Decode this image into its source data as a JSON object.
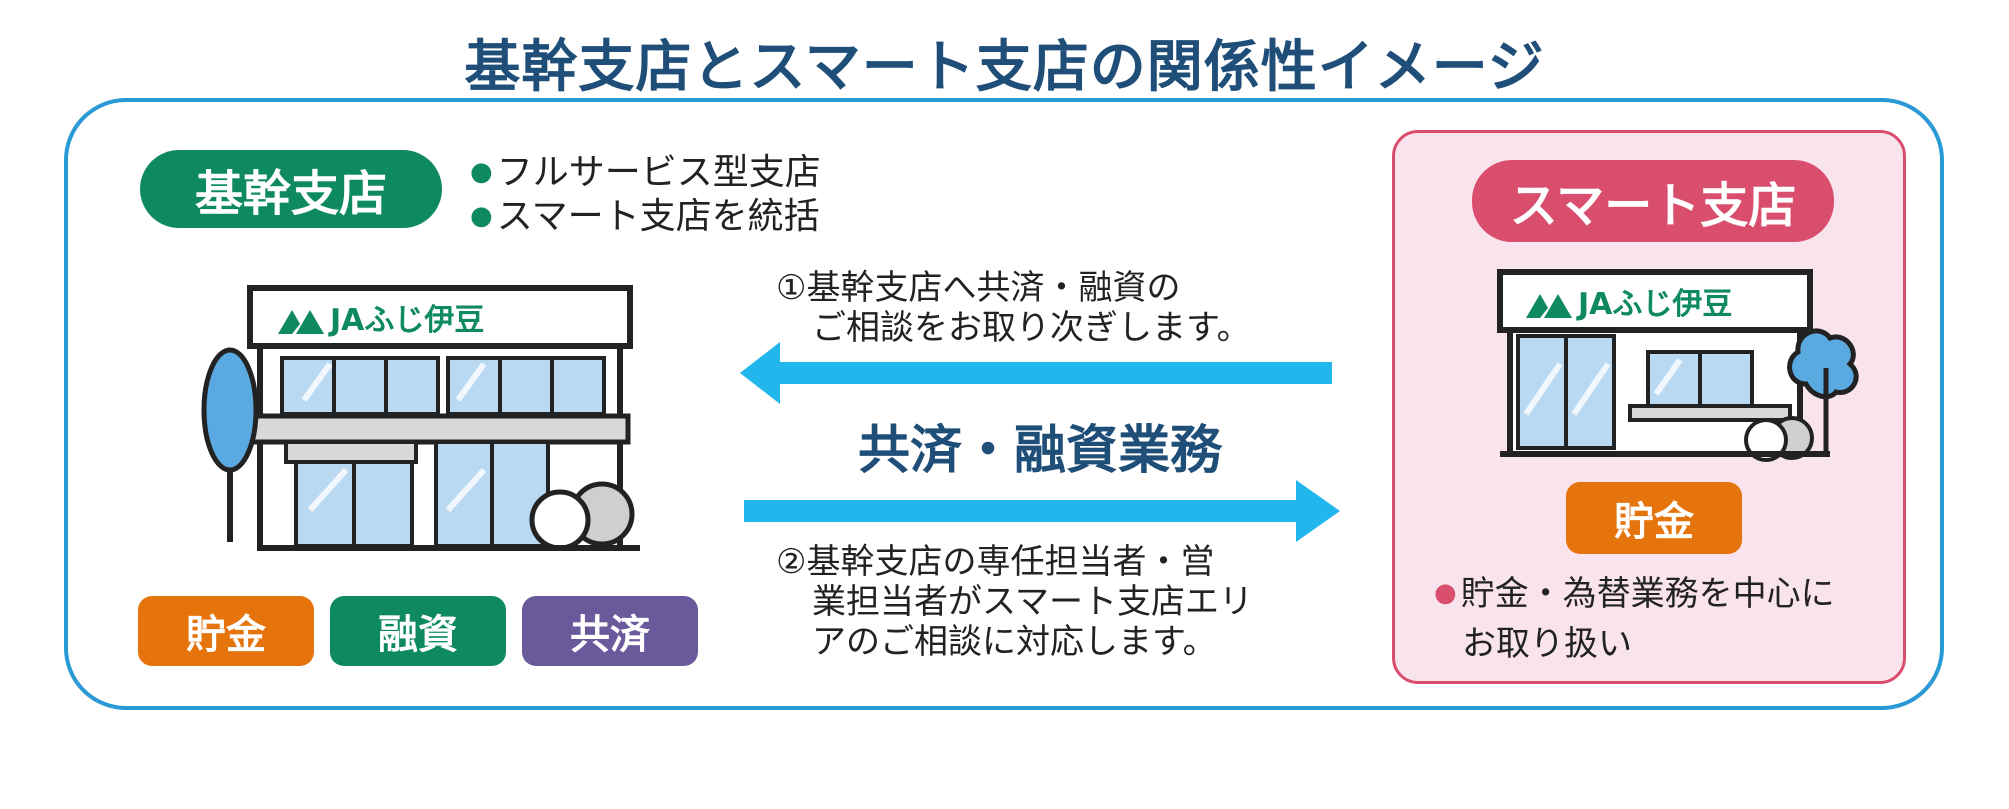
{
  "title": "基幹支店とスマート支店の関係性イメージ",
  "main_branch": {
    "label": "基幹支店",
    "features": [
      "フルサービス型支店",
      "スマート支店を統括"
    ],
    "sign": "JAふじ伊豆",
    "services": [
      "貯金",
      "融資",
      "共済"
    ]
  },
  "flow": {
    "note1_line1": "①基幹支店へ共済・融資の",
    "note1_line2": "ご相談をお取り次ぎします。",
    "center_label": "共済・融資業務",
    "note2_line1": "②基幹支店の専任担当者・営",
    "note2_line2": "業担当者がスマート支店エリ",
    "note2_line3": "アのご相談に対応します。"
  },
  "smart_branch": {
    "label": "スマート支店",
    "sign": "JAふじ伊豆",
    "service": "貯金",
    "desc_line1": "貯金・為替業務を中心に",
    "desc_line2": "お取り扱い"
  },
  "colors": {
    "title": "#1f4e79",
    "frame": "#2a9ad6",
    "green": "#0f8a5f",
    "orange": "#e5740c",
    "purple": "#6a5a9c",
    "pink": "#d94d6d",
    "pink_bg": "#f9e4ee",
    "arrow": "#21b6ec"
  }
}
